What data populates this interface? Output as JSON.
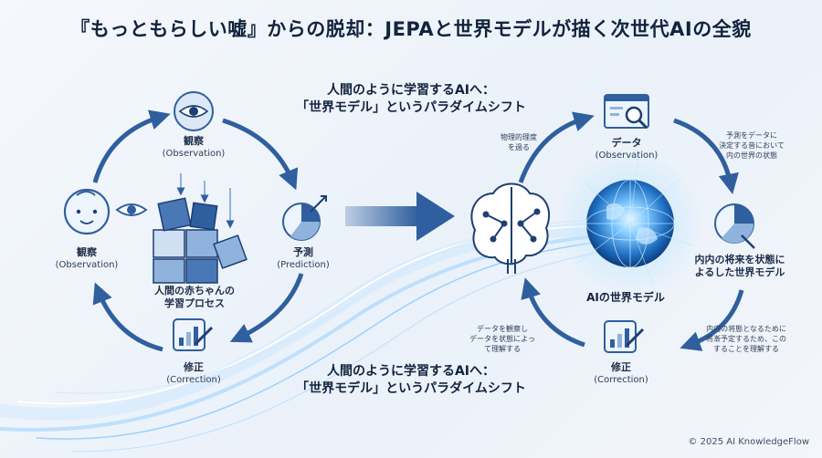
{
  "title": "『もっともらしい嘘』からの脱却：JEPAと世界モデルが描く次世代AIの全貌",
  "heading_top": {
    "line1": "人間のように学習するAIへ：",
    "line2": "「世界モデル」というパラダイムシフト"
  },
  "heading_bottom": {
    "line1": "人間のように学習するAIへ：",
    "line2": "「世界モデル」というパラダイムシフト"
  },
  "left_cycle": {
    "top": {
      "jp": "観察",
      "en": "(Observation)",
      "icon": "eye-icon"
    },
    "right": {
      "jp": "予測",
      "en": "(Prediction)",
      "icon": "pie-chart-icon"
    },
    "bottom": {
      "jp": "修正",
      "en": "(Correction)",
      "icon": "edit-chart-icon"
    },
    "left": {
      "jp": "観察",
      "en": "(Observation)",
      "icon": "baby-icon"
    },
    "center": {
      "line1": "人間の赤ちゃんの",
      "line2": "学習プロセス",
      "icon": "blocks-icon"
    }
  },
  "right_cycle": {
    "top": {
      "jp": "データ",
      "en": "(Observation)",
      "icon": "search-data-icon"
    },
    "right": {
      "line1": "内内の将来を状態に",
      "line2": "よるした世界モデル",
      "icon": "pie-chart-icon"
    },
    "bottom": {
      "jp": "修正",
      "en": "(Correction)",
      "icon": "edit-chart-icon"
    },
    "center": {
      "label": "AIの世界モデル",
      "icon": "globe-icon"
    },
    "brain_icon": "brain-icon",
    "notes": {
      "top_left": [
        "物理的理度",
        "を過る"
      ],
      "top_right": [
        "予測をデータに",
        "決定する音において",
        "内の世界の状態"
      ],
      "bottom_left": [
        "データを観察し",
        "データを状態によっ",
        "て理解する"
      ],
      "bottom_right": [
        "内内の将態となるために",
        "将漸予定するため、この",
        "することを理解する"
      ]
    }
  },
  "colors": {
    "accent": "#2f5f9e",
    "dark": "#1d3f73",
    "light": "#8fb3dc",
    "glow": "#6fc1ff"
  },
  "copyright": "© 2025 AI KnowledgeFlow"
}
